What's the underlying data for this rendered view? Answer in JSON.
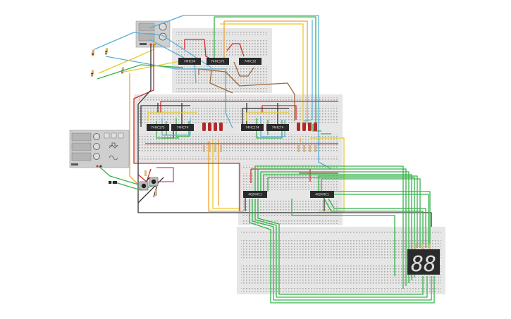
{
  "title": "",
  "colors": {
    "background": "#ffffff",
    "breadboard": "#e6e6e6",
    "breadboard_hole": "#a9a9a9",
    "chip": "#2a2a2a",
    "wire_red": "#d62b2b",
    "wire_black": "#333333",
    "wire_green": "#36b24a",
    "wire_orange": "#f0a030",
    "wire_yellow": "#e8cc28",
    "wire_blue": "#5ab0d8",
    "wire_brown": "#a06a3a",
    "wire_magenta": "#d33a9a",
    "led_red": "#b02a2a",
    "display_body": "#2b2b2b",
    "display_digits": "#d9d9d9"
  },
  "chips": [
    {
      "id": "u1",
      "label": "74HC04"
    },
    {
      "id": "u2",
      "label": "74HC171"
    },
    {
      "id": "u3",
      "label": "74HC32"
    },
    {
      "id": "u4",
      "label": "74HC175"
    },
    {
      "id": "u5",
      "label": "74HC74"
    },
    {
      "id": "u6",
      "label": "74HC174"
    },
    {
      "id": "u7",
      "label": "74HC74"
    },
    {
      "id": "u8",
      "label": "4024HC1"
    },
    {
      "id": "u9",
      "label": "4024HC1"
    }
  ],
  "display": {
    "text": "88",
    "digit_count": 2
  },
  "instruments": {
    "power_supply": {
      "icon": "power-supply-icon"
    },
    "function_generator": {
      "icon": "function-generator-icon",
      "waves": [
        "square",
        "triangle",
        "sine"
      ]
    }
  },
  "counts": {
    "led_groups": 2,
    "leds_per_group": 4,
    "pushbuttons": 2
  }
}
